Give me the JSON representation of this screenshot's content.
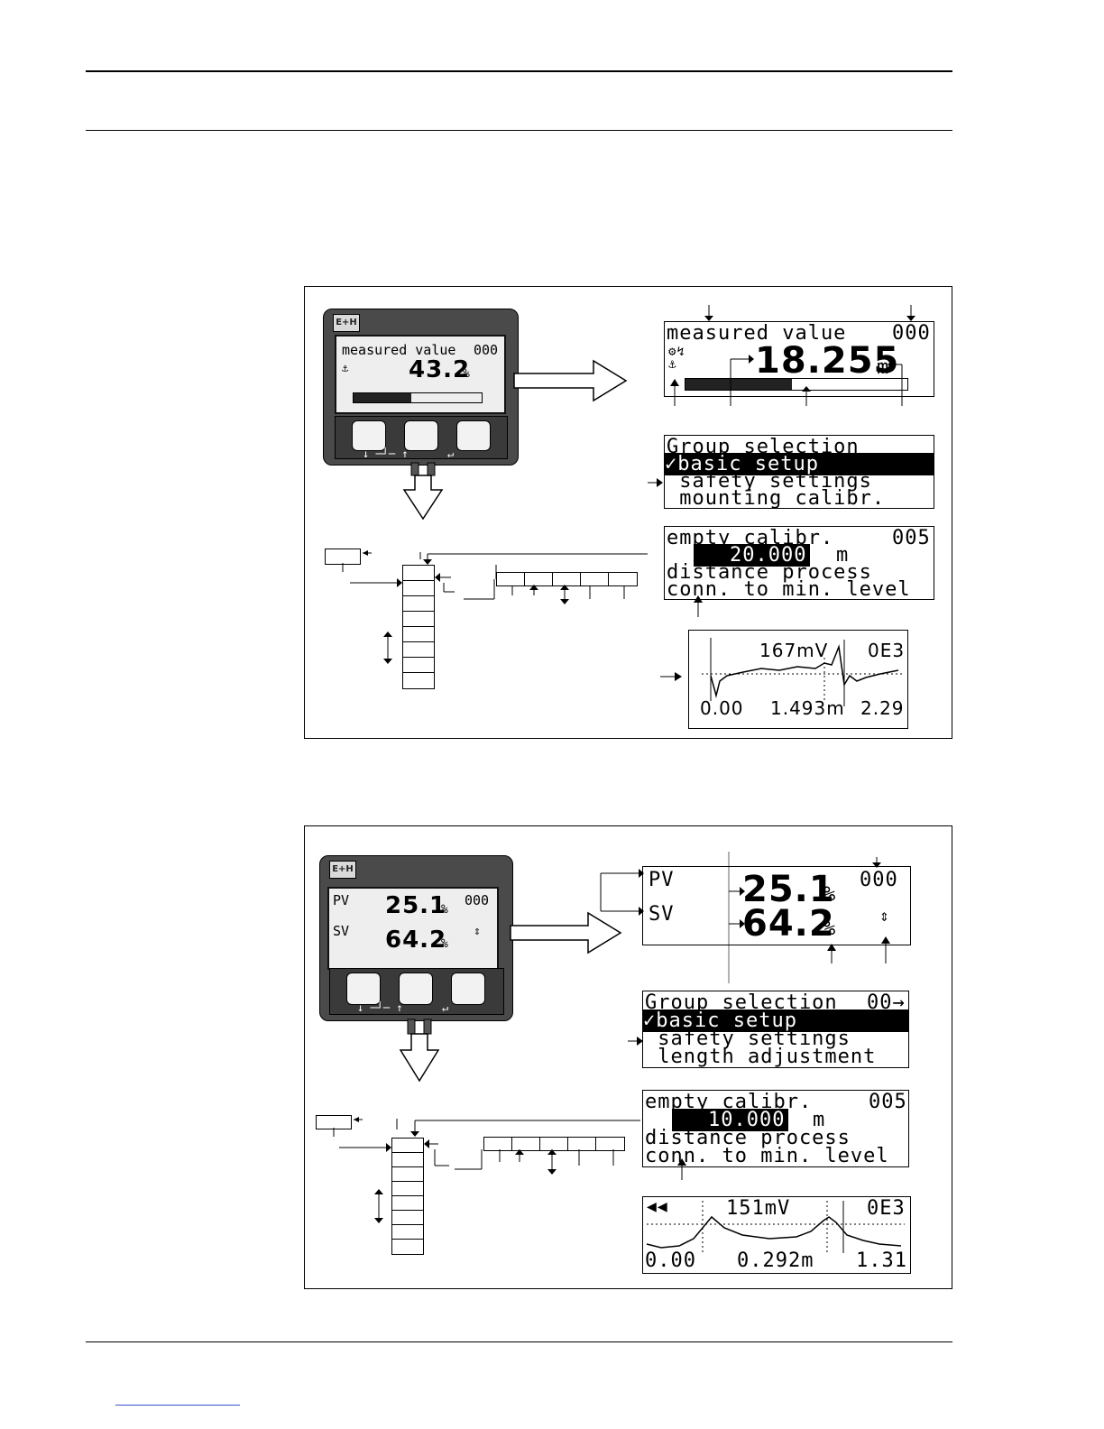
{
  "figure1": {
    "device": {
      "logo": "E+H",
      "lcd_title": "measured value",
      "lcd_code": "000",
      "lcd_value": "43.2",
      "lcd_unit": "%"
    },
    "measured_display": {
      "title": "measured value",
      "code": "000",
      "value": "18.255",
      "unit": "m"
    },
    "group_selection": {
      "title": "Group selection",
      "items": [
        "✓basic setup",
        " safety settings",
        " mounting calibr."
      ]
    },
    "empty_calibr": {
      "title": "empty calibr.",
      "code": "005",
      "value": "20.000",
      "unit": "m",
      "line3": "distance process",
      "line4": "conn. to min. level"
    },
    "envelope": {
      "signal": "167mV",
      "code": "0E3",
      "left": "0.00",
      "mid": "1.493m",
      "right": "2.29"
    }
  },
  "figure2": {
    "device": {
      "logo": "E+H",
      "pv_label": "PV",
      "pv_value": "25.1",
      "pv_unit": "%",
      "code": "000",
      "sv_label": "SV",
      "sv_value": "64.2",
      "sv_unit": "%"
    },
    "measured_display": {
      "pv_label": "PV",
      "pv_value": "25.1",
      "pv_unit": "%",
      "code": "000",
      "sv_label": "SV",
      "sv_value": "64.2",
      "sv_unit": "%"
    },
    "group_selection": {
      "title": "Group selection",
      "code": "00→",
      "items": [
        "✓basic setup",
        " safety settings",
        " length adjustment"
      ]
    },
    "empty_calibr": {
      "title": "empty calibr.",
      "code": "005",
      "value": "10.000",
      "unit": "m",
      "line3": "distance process",
      "line4": "conn. to min. level"
    },
    "envelope": {
      "signal": "151mV",
      "code": "0E3",
      "left": "0.00",
      "mid": "0.292m",
      "right": "1.31"
    }
  }
}
